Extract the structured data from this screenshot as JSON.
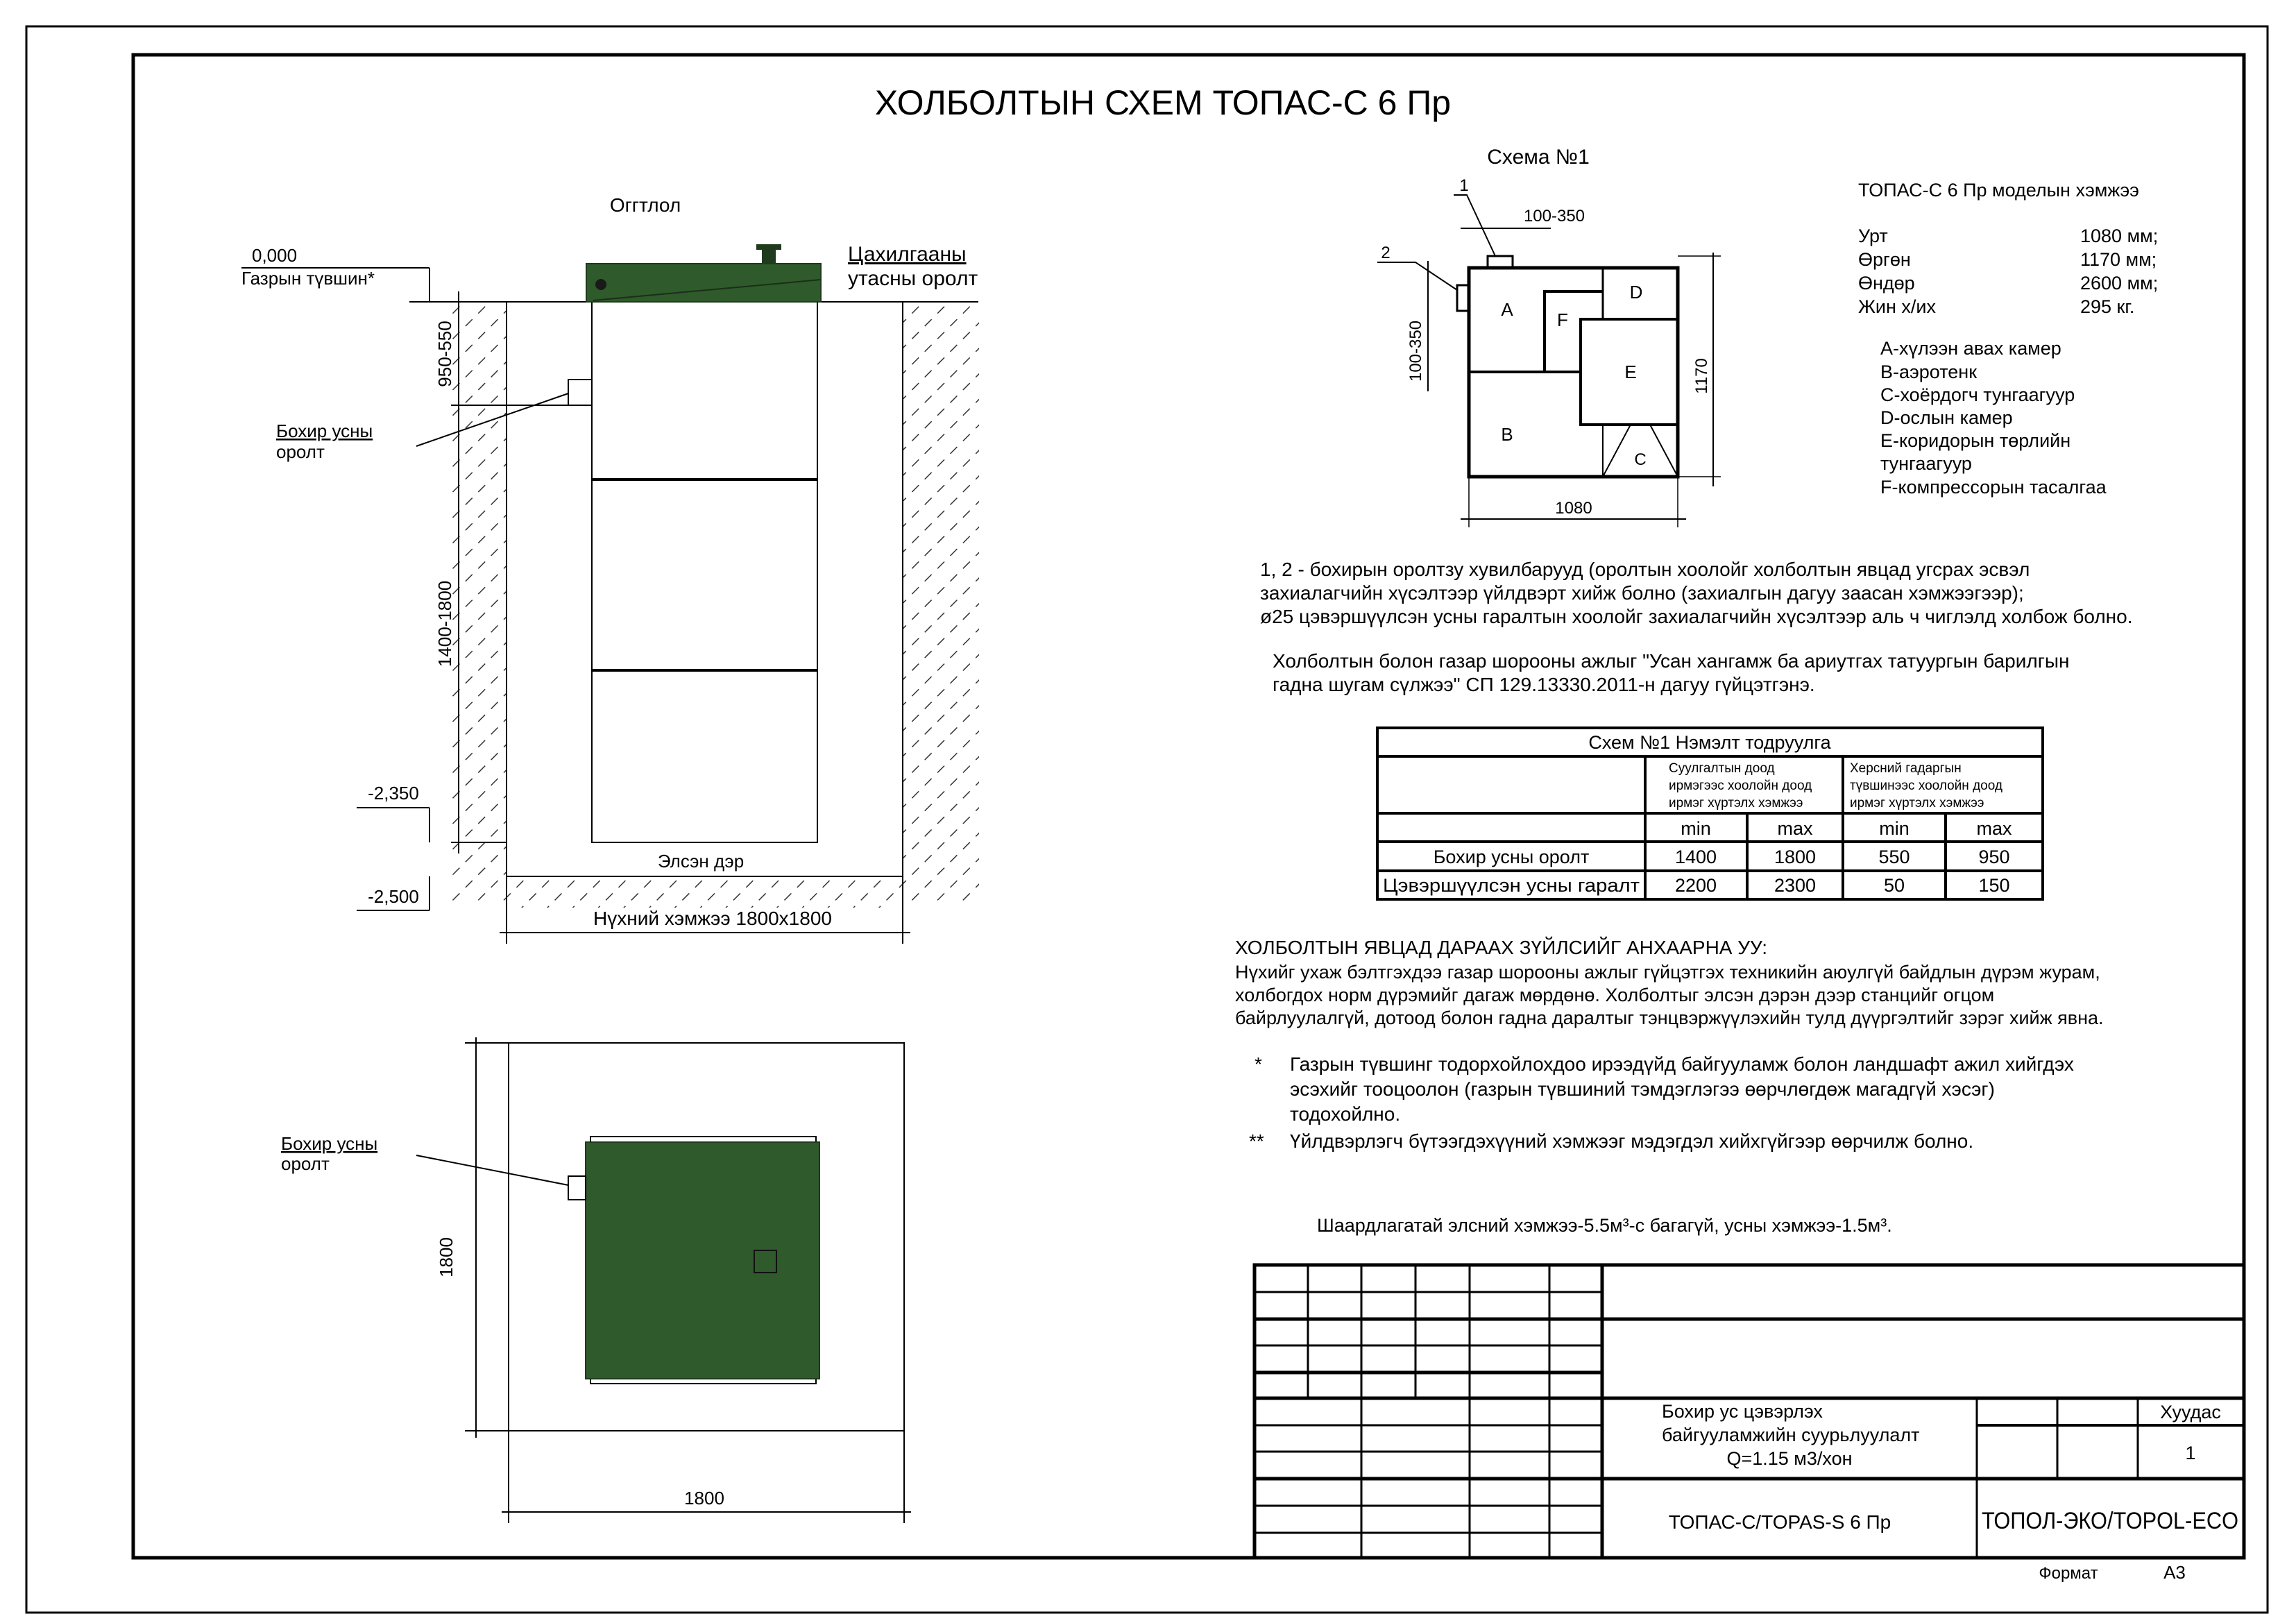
{
  "title": "ХОЛБОЛТЫН СХЕМ ТОПАС-С 6 Пр",
  "section_view": {
    "label": "Оггтлол",
    "ground_level_value": "0,000",
    "ground_level_label": "Газрын түвшин*",
    "electric_inlet": [
      "Цахилгааны",
      "утасны оролт"
    ],
    "inlet_label": [
      "Бохир усны",
      "оролт"
    ],
    "dim_top": "950-550",
    "dim_main": "1400-1800",
    "level_bottom_tank": "-2,350",
    "level_bottom_pit": "-2,500",
    "sand_cushion": "Элсэн дэр",
    "pit_size": "Нүхний хэмжээ 1800x1800"
  },
  "plan_view": {
    "inlet_label": [
      "Бохир усны",
      "оролт"
    ],
    "dim_vertical": "1800",
    "dim_horizontal": "1800"
  },
  "scheme": {
    "title": "Схема №1",
    "marker_1": "1",
    "marker_2": "2",
    "dim_top": "100-350",
    "dim_side": "100-350",
    "dim_height": "1170",
    "dim_width": "1080",
    "zones": [
      "A",
      "B",
      "C",
      "D",
      "E",
      "F"
    ]
  },
  "model": {
    "title": "ТОПАС-С 6 Пр моделын хэмжээ",
    "specs": [
      {
        "label": "Урт",
        "value": "1080 мм;"
      },
      {
        "label": "Өргөн",
        "value": "1170 мм;"
      },
      {
        "label": "Өндөр",
        "value": "2600 мм;"
      },
      {
        "label": "Жин х/их",
        "value": "295 кг."
      }
    ],
    "legend": [
      "A-хүлээн авах камер",
      "B-аэротенк",
      "C-хоёрдогч тунгаагуур",
      "D-ослын камер",
      "E-коридорын төрлийн",
      "тунгаагуур",
      "F-компрессорын тасалгаа"
    ]
  },
  "notes": {
    "variants": [
      "1, 2 - бохирын оролтзу хувилбарууд (оролтын хоолойг холболтын явцад угсрах эсвэл",
      "захиалагчийн хүсэлтээр үйлдвэрт хийж болно (захиалгын дагуу заасан хэмжээгээр);",
      "ø25 цэвэршүүлсэн усны гаралтын хоолойг захиалагчийн хүсэлтээр аль ч чиглэлд холбож болно."
    ],
    "standard": [
      "Холболтын болон газар шорооны ажлыг \"Усан хангамж ба ариутгах татуургын барилгын",
      "гадна шугам сүлжээ\" СП 129.13330.2011-н дагуу гүйцэтгэнэ."
    ]
  },
  "table": {
    "title": "Схем №1 Нэмэлт тодруулга",
    "group_headers": [
      [
        "Суулгалтын доод",
        "ирмэгээс хоолойн доод",
        "ирмэг хүртэлх хэмжээ"
      ],
      [
        "Херсний гадаргын",
        "түвшинээс хоолойн доод",
        "ирмэг хүртэлх хэмжээ"
      ]
    ],
    "sub_headers": [
      "min",
      "max",
      "min",
      "max"
    ],
    "rows": [
      {
        "label": "Бохир усны оролт",
        "values": [
          "1400",
          "1800",
          "550",
          "950"
        ]
      },
      {
        "label": "Цэвэршүүлсэн усны гаралт",
        "values": [
          "2200",
          "2300",
          "50",
          "150"
        ]
      }
    ]
  },
  "attention": {
    "heading": "ХОЛБОЛТЫН ЯВЦАД ДАРААХ ЗҮЙЛСИЙГ АНХААРНА УУ:",
    "paragraph": [
      "Нүхийг ухаж бэлтгэхдээ газар шорооны ажлыг гүйцэтгэх техникийн аюулгүй байдлын дүрэм журам,",
      "холбогдох норм дүрэмийг дагаж мөрдөнө. Холболтыг элсэн дэрэн дээр станцийг огцом",
      "байрлуулалгүй, дотоод болон гадна даралтыг тэнцвэржүүлэхийн тулд дүүргэлтийг зэрэг хийж явна."
    ],
    "footnote_1_mark": "*",
    "footnote_1": [
      "Газрын түвшинг тодорхойлохдоо ирээдүйд байгууламж болон ландшафт ажил хийгдэх",
      "эсэхийг тооцоолон (газрын түвшиний тэмдэглэгээ өөрчлөгдөж магадгүй хэсэг)",
      "тодохойлно."
    ],
    "footnote_2_mark": "**",
    "footnote_2": "Үйлдвэрлэгч бүтээгдэхүүний хэмжээг мэдэгдэл хийхгүйгээр өөрчилж болно.",
    "requirement": "Шаардлагатай элсний хэмжээ-5.5м³-с багагүй, усны хэмжээ-1.5м³."
  },
  "title_block": {
    "description": [
      "Бохир ус цэвэрлэх",
      "байгууламжийн суурьлуулалт",
      "Q=1.15 м3/хон"
    ],
    "sheet_label": "Хуудас",
    "sheet_number": "1",
    "model": "ТОПАС-С/TOPAS-S 6 Пр",
    "company": "ТОПОЛ-ЭКО/TOPOL-ECO",
    "format_label": "Формат",
    "format_value": "А3"
  },
  "colors": {
    "tank": "#2f5a2b",
    "sand": "#f0dca4",
    "line": "#000000"
  }
}
